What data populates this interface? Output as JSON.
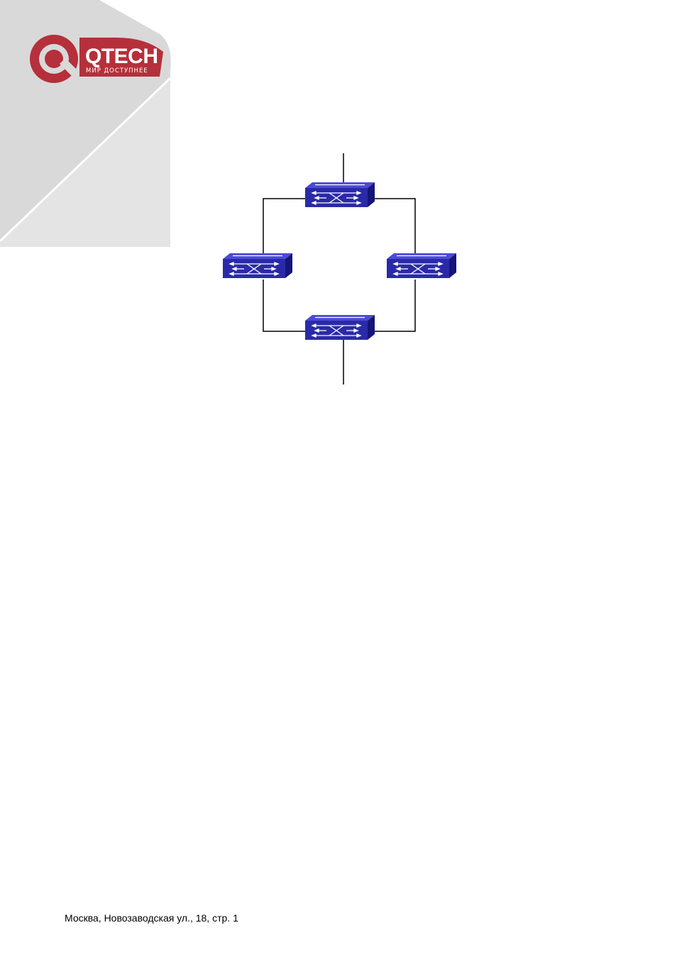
{
  "brand": {
    "name": "QTECH",
    "tagline": "МИР ДОСТУПНЕЕ",
    "colors": {
      "logo_red": "#b5303a",
      "corner_gray": "#d9d9da",
      "switch_blue": "#2a2aa8"
    }
  },
  "diagram": {
    "nodes": [
      {
        "id": "switch-top",
        "icon": "network-switch-icon"
      },
      {
        "id": "switch-left",
        "icon": "network-switch-icon"
      },
      {
        "id": "switch-right",
        "icon": "network-switch-icon"
      },
      {
        "id": "switch-bottom",
        "icon": "network-switch-icon"
      }
    ],
    "links": [
      [
        "uplink-top",
        "switch-top"
      ],
      [
        "switch-top",
        "switch-left"
      ],
      [
        "switch-top",
        "switch-right"
      ],
      [
        "switch-left",
        "switch-bottom"
      ],
      [
        "switch-right",
        "switch-bottom"
      ],
      [
        "switch-bottom",
        "uplink-bottom"
      ]
    ]
  },
  "footer": {
    "address": "Москва, Новозаводская ул., 18, стр. 1"
  }
}
